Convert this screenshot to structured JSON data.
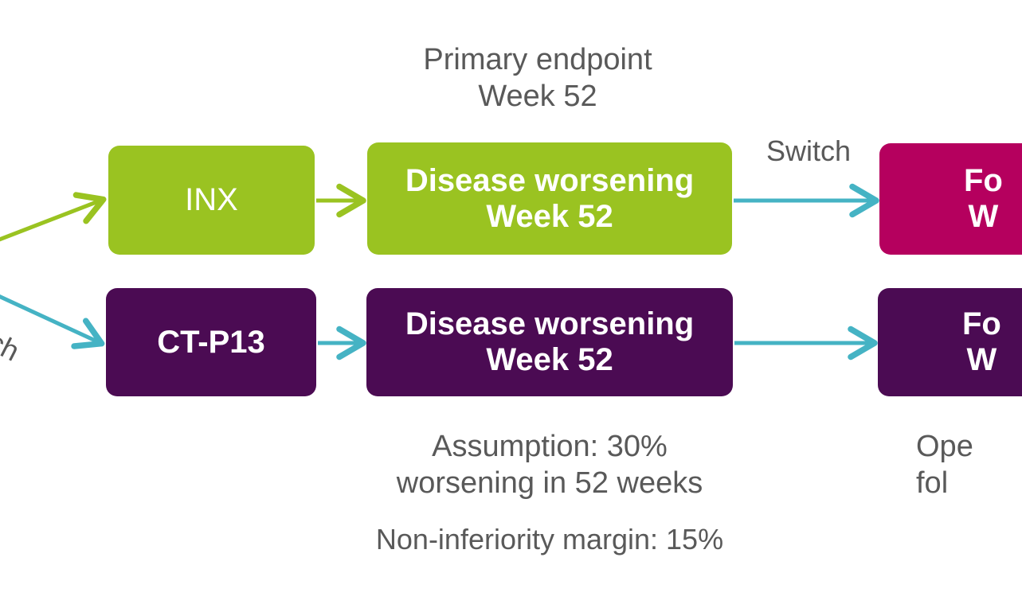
{
  "diagram": {
    "title_top": "Primary endpoint\nWeek 52",
    "assumption": "Assumption: 30%\nworsening in 52 weeks",
    "non_inferiority": "Non-inferiority margin: 15%",
    "open_label_note": "Ope\nfol",
    "switch_label_right": "Switch",
    "switch_label_left": "witch",
    "colors": {
      "green": "#9AC321",
      "purple": "#4B0B53",
      "magenta": "#B5005E",
      "teal_arrow": "#45B3C4",
      "text_gray": "#595959",
      "background": "#FFFFFF"
    },
    "nodes": {
      "inx": "INX",
      "disease_worsening_top": "Disease worsening\nWeek 52",
      "follow_top": "Fo\nW",
      "ctp13": "CT-P13",
      "disease_worsening_bottom": "Disease worsening\nWeek 52",
      "follow_bottom": "Fo\nW"
    }
  }
}
